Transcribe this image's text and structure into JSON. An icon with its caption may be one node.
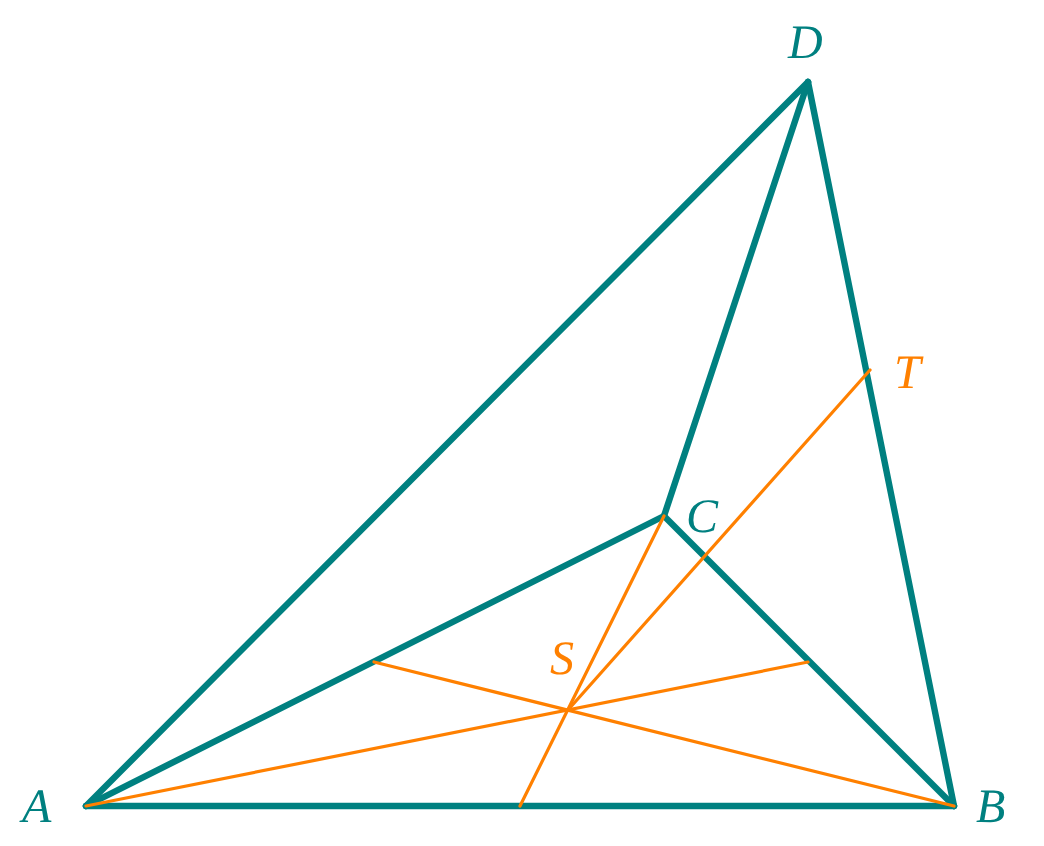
{
  "diagram": {
    "nodes": [
      {
        "text": [
          "D"
        ]
      },
      {
        "text": [
          "T"
        ]
      },
      {
        "text": [
          "C"
        ]
      },
      {
        "text": [
          "S"
        ]
      },
      {
        "text": [
          "A"
        ]
      },
      {
        "text": [
          "B"
        ]
      }
    ],
    "edges": [
      {
        "from": 4,
        "to": 5,
        "arrow": "none"
      },
      {
        "from": 4,
        "to": 0,
        "arrow": "none"
      },
      {
        "from": 0,
        "to": 5,
        "arrow": "none"
      },
      {
        "from": 0,
        "to": 2,
        "arrow": "none"
      },
      {
        "from": 2,
        "to": 4,
        "arrow": "none"
      },
      {
        "from": 2,
        "to": 5,
        "arrow": "none"
      },
      {
        "from": 4,
        "to": null,
        "arrow": "none",
        "color": "#ff8000"
      },
      {
        "from": 5,
        "to": null,
        "arrow": "none",
        "color": "#ff8000"
      },
      {
        "from": 2,
        "to": null,
        "arrow": "none",
        "color": "#ff8000"
      },
      {
        "from": 3,
        "to": 1,
        "arrow": "none",
        "color": "#ff8000"
      }
    ]
  }
}
